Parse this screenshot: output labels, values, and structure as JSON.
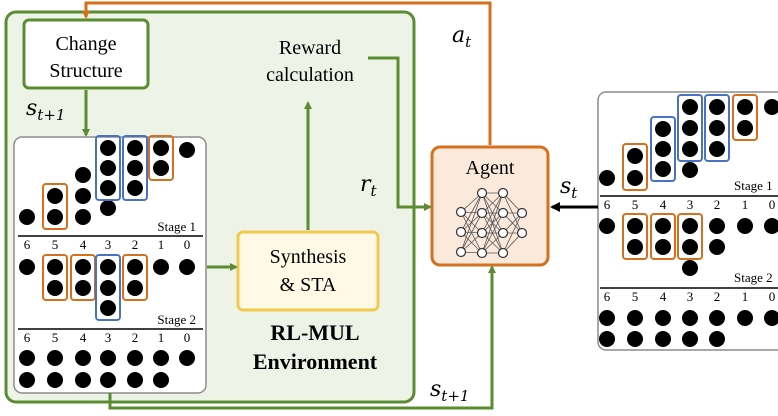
{
  "change_structure": {
    "line1": "Change",
    "line2": "Structure"
  },
  "reward": {
    "line1": "Reward",
    "line2": "calculation"
  },
  "synthesis": {
    "line1": "Synthesis",
    "line2": "& STA"
  },
  "environment": {
    "line1": "RL-MUL",
    "line2": "Environment"
  },
  "agent": {
    "label": "Agent"
  },
  "signals": {
    "a_t": "a",
    "a_t_sub": "t",
    "r_t": "r",
    "r_t_sub": "t",
    "s_t": "s",
    "s_t_sub": "t",
    "s_next_top": "s",
    "s_next_top_sub": "t+1",
    "s_next_bottom": "s",
    "s_next_bottom_sub": "t+1"
  },
  "left_panel": {
    "stage1": "Stage 1",
    "stage2": "Stage 2",
    "axis1": [
      "6",
      "5",
      "4",
      "3",
      "2",
      "1",
      "0"
    ],
    "axis2": [
      "6",
      "5",
      "4",
      "3",
      "2",
      "1",
      "0"
    ]
  },
  "right_panel": {
    "stage1": "Stage 1",
    "stage2": "Stage 2",
    "axis1": [
      "6",
      "5",
      "4",
      "3",
      "2",
      "1",
      "0"
    ],
    "axis2": [
      "6",
      "5",
      "4",
      "3",
      "2",
      "1",
      "0"
    ]
  },
  "colors": {
    "green": "#5b8c32",
    "orange": "#d4701e",
    "yellow": "#f2c94c",
    "blue": "#4a72c4",
    "env_fill": "#eef3e8",
    "agent_fill": "#fbe9dc",
    "panel_border": "#8c8c8c",
    "black": "#000000"
  }
}
